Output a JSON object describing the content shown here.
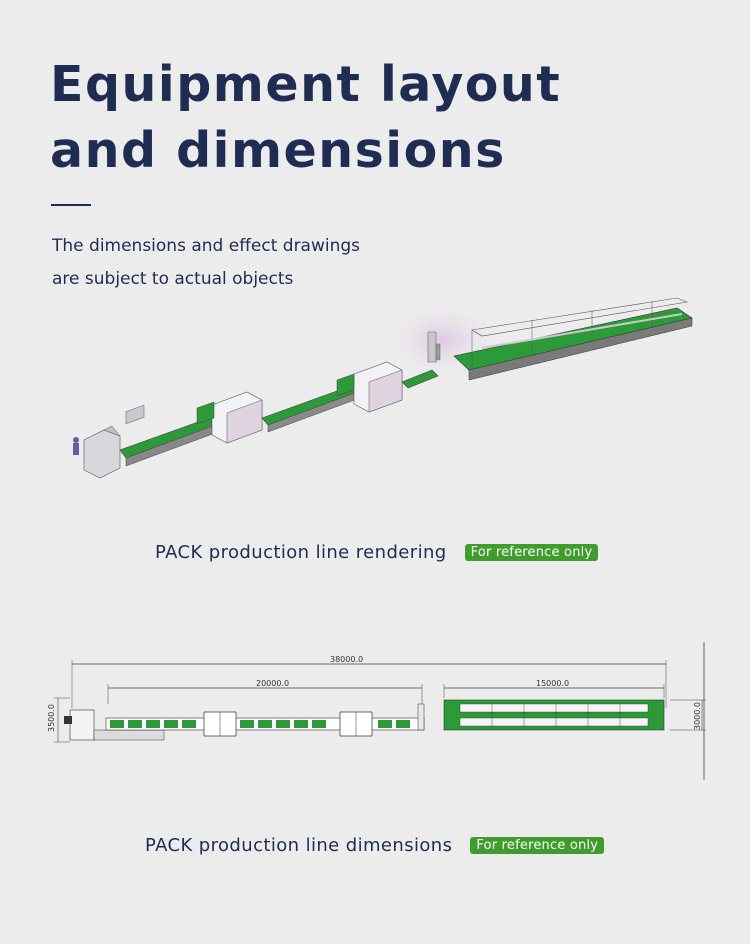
{
  "header": {
    "title_line1": "Equipment layout",
    "title_line2": "and dimensions"
  },
  "intro": {
    "line1": "The dimensions and effect drawings",
    "line2": "are subject to actual objects"
  },
  "rendering": {
    "caption": "PACK production line rendering",
    "badge": "For reference only"
  },
  "dimensions": {
    "caption": "PACK production line dimensions",
    "badge": "For reference only",
    "total_length": "38000.0",
    "segment1_length": "20000.0",
    "segment2_length": "15000.0",
    "left_height": "3500.0",
    "right_height": "3000.0"
  },
  "colors": {
    "text": "#1f2d52",
    "badge": "#3f9d2b",
    "conveyor_green": "#2d9a3a",
    "background": "#ececec"
  }
}
